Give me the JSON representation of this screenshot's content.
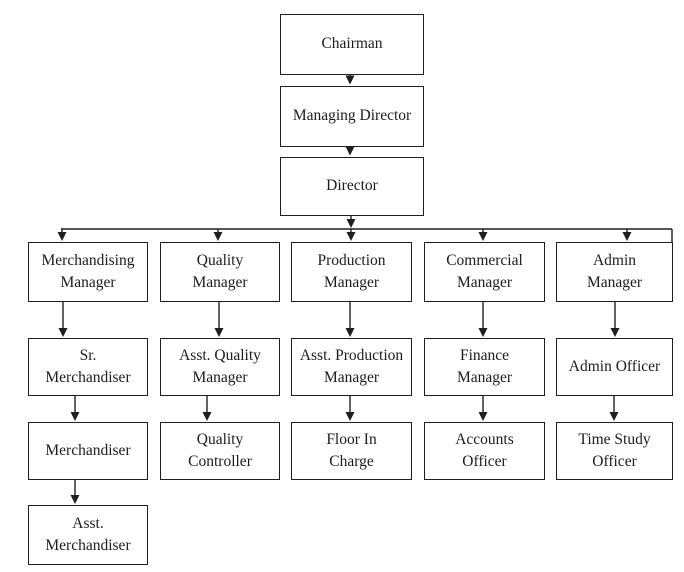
{
  "diagram": {
    "type": "org-chart",
    "background_color": "#ffffff",
    "line_color": "#1f1f1f",
    "box_border_color": "#1f1f1f",
    "text_color": "#1c1c1c",
    "nodes": {
      "chairman": {
        "label": "Chairman",
        "reports_to": null
      },
      "managing_director": {
        "label": "Managing Director",
        "reports_to": "chairman"
      },
      "director": {
        "label": "Director",
        "reports_to": "managing_director"
      },
      "merchandising_manager": {
        "label": "Merchandising\nManager",
        "reports_to": "director"
      },
      "quality_manager": {
        "label": "Quality\nManager",
        "reports_to": "director"
      },
      "production_manager": {
        "label": "Production\nManager",
        "reports_to": "director"
      },
      "commercial_manager": {
        "label": "Commercial\nManager",
        "reports_to": "director"
      },
      "admin_manager": {
        "label": "Admin\nManager",
        "reports_to": "director"
      },
      "sr_merchandiser": {
        "label": "Sr.\nMerchandiser",
        "reports_to": "merchandising_manager"
      },
      "asst_quality_manager": {
        "label": "Asst. Quality\nManager",
        "reports_to": "quality_manager"
      },
      "asst_production_manager": {
        "label": "Asst. Production\nManager",
        "reports_to": "production_manager"
      },
      "finance_manager": {
        "label": "Finance\nManager",
        "reports_to": "commercial_manager"
      },
      "admin_officer": {
        "label": "Admin Officer",
        "reports_to": "admin_manager"
      },
      "merchandiser": {
        "label": "Merchandiser",
        "reports_to": "sr_merchandiser"
      },
      "quality_controller": {
        "label": "Quality\nController",
        "reports_to": "asst_quality_manager"
      },
      "floor_in_charge": {
        "label": "Floor In\nCharge",
        "reports_to": "asst_production_manager"
      },
      "accounts_officer": {
        "label": "Accounts\nOfficer",
        "reports_to": "finance_manager"
      },
      "time_study_officer": {
        "label": "Time Study\nOfficer",
        "reports_to": "admin_officer"
      },
      "asst_merchandiser": {
        "label": "Asst.\nMerchandiser",
        "reports_to": "merchandiser"
      }
    }
  }
}
